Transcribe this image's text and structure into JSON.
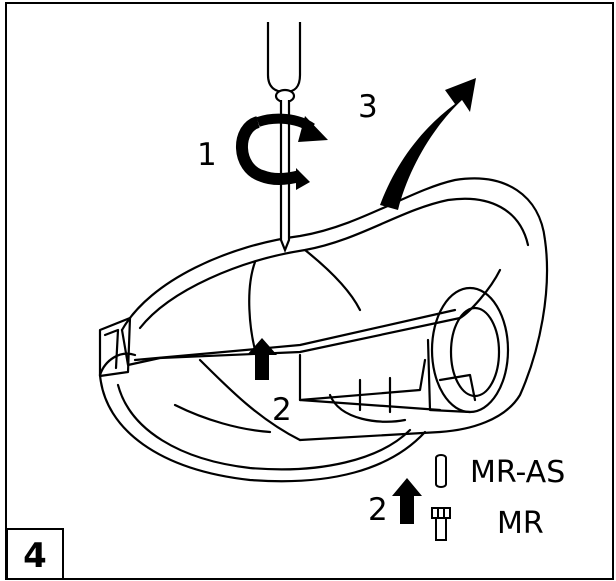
{
  "step_number": "4",
  "labels": {
    "rotate": "1",
    "lift_left": "2",
    "remove": "3",
    "lift_bottom": "2",
    "variant_mras": "MR-AS",
    "variant_mr": "MR"
  },
  "colors": {
    "line": "#000000",
    "background": "#ffffff"
  },
  "icons": [
    "screwdriver-icon",
    "rotate-arrow-icon",
    "up-arrow-icon",
    "curved-arrow-icon",
    "screw-icon",
    "bolt-icon"
  ]
}
